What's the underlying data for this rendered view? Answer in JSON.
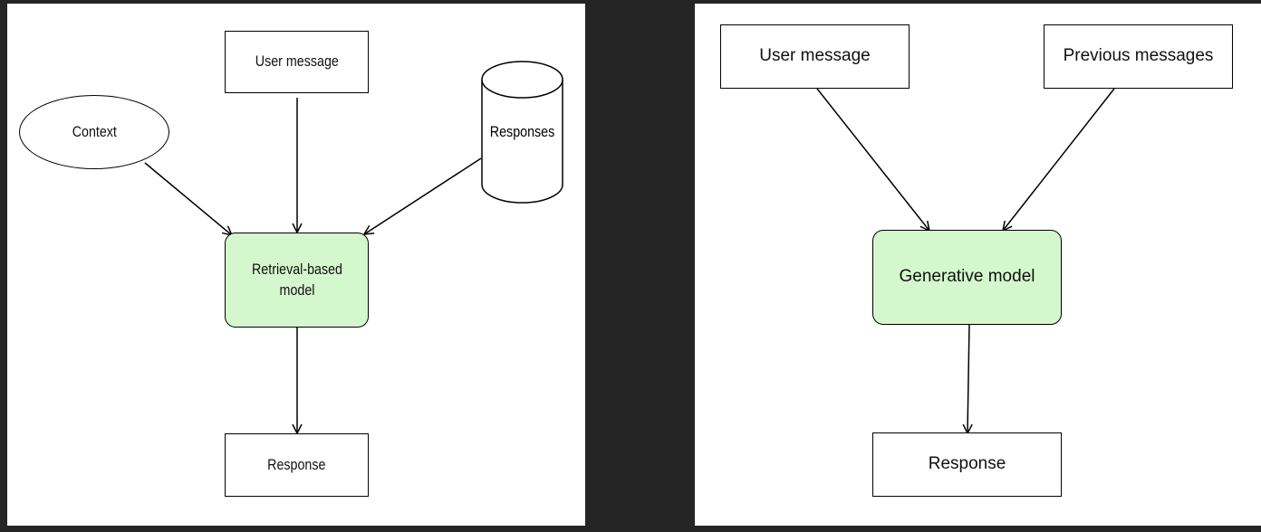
{
  "retrieval_diagram": {
    "context": "Context",
    "user_message": "User message",
    "responses": "Responses",
    "model": "Retrieval-based model",
    "response": "Response"
  },
  "generative_diagram": {
    "user_message": "User message",
    "previous_messages": "Previous messages",
    "model": "Generative model",
    "response": "Response"
  },
  "colors": {
    "background": "#252525",
    "panel": "#ffffff",
    "model_fill": "#d5f7cd",
    "stroke": "#000000"
  }
}
